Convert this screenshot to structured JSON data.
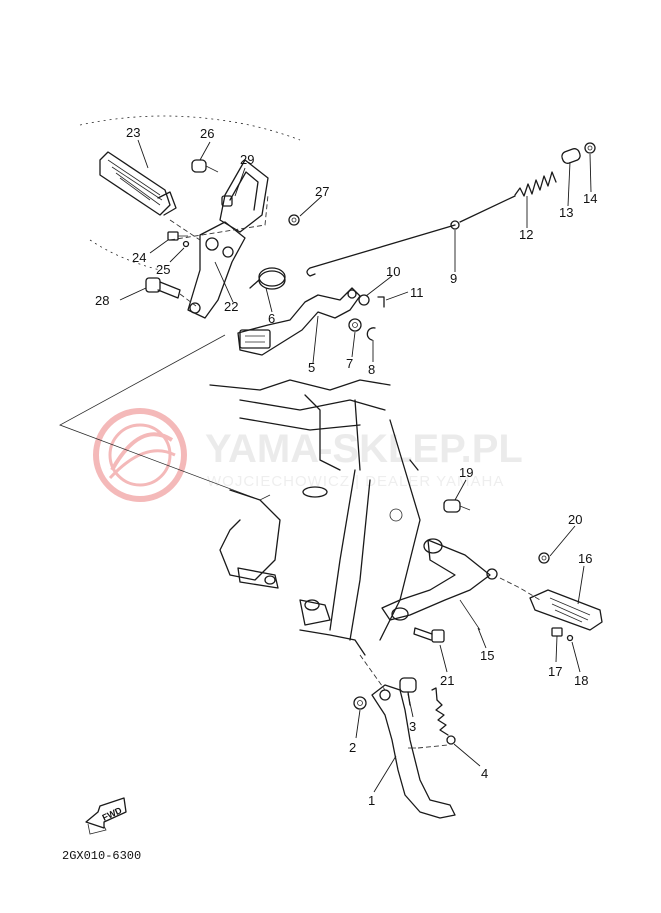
{
  "diagram": {
    "code": "2GX010-6300",
    "fwd_label": "FWD"
  },
  "watermark": {
    "brand": "YAMA-SKLEP.PL",
    "sub": "WOJCIECHOWICZ | DEALER YAMAHA"
  },
  "callouts": [
    "1",
    "2",
    "3",
    "4",
    "5",
    "6",
    "7",
    "8",
    "9",
    "10",
    "11",
    "12",
    "13",
    "14",
    "15",
    "16",
    "17",
    "18",
    "19",
    "20",
    "21",
    "22",
    "23",
    "24",
    "25",
    "26",
    "27",
    "28",
    "29"
  ]
}
